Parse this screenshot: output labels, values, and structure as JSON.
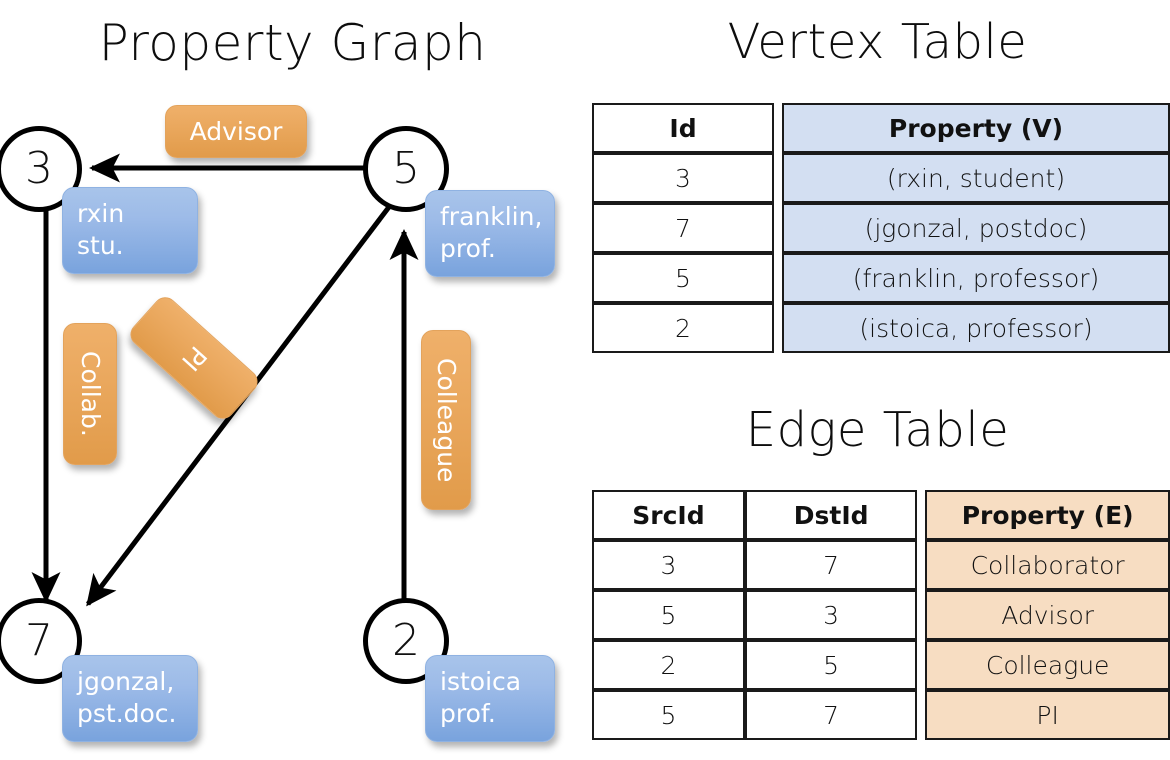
{
  "titles": {
    "property_graph": "Property Graph",
    "vertex_table": "Vertex Table",
    "edge_table": "Edge Table"
  },
  "graph": {
    "nodes": [
      {
        "id": "3",
        "property": "rxin\nstu.",
        "prop_line1": "rxin",
        "prop_line2": "stu."
      },
      {
        "id": "5",
        "property": "franklin, prof.",
        "prop_line1": "franklin,",
        "prop_line2": "prof."
      },
      {
        "id": "7",
        "property": "jgonzal, pst.doc.",
        "prop_line1": "jgonzal,",
        "prop_line2": "pst.doc."
      },
      {
        "id": "2",
        "property": "istoica prof.",
        "prop_line1": "istoica",
        "prop_line2": "prof."
      }
    ],
    "edge_labels": {
      "advisor": "Advisor",
      "collab": "Collab.",
      "pi": "PI",
      "colleague": "Colleague"
    }
  },
  "vertex_table": {
    "headers": [
      "Id",
      "Property (V)"
    ],
    "rows": [
      {
        "id": "3",
        "property": "(rxin, student)"
      },
      {
        "id": "7",
        "property": "(jgonzal, postdoc)"
      },
      {
        "id": "5",
        "property": "(franklin, professor)"
      },
      {
        "id": "2",
        "property": "(istoica, professor)"
      }
    ]
  },
  "edge_table": {
    "headers": [
      "SrcId",
      "DstId",
      "Property (E)"
    ],
    "rows": [
      {
        "src": "3",
        "dst": "7",
        "property": "Collaborator"
      },
      {
        "src": "5",
        "dst": "3",
        "property": "Advisor"
      },
      {
        "src": "2",
        "dst": "5",
        "property": "Colleague"
      },
      {
        "src": "5",
        "dst": "7",
        "property": "PI"
      }
    ]
  },
  "colors": {
    "vertex_property_fill": "#d3dff2",
    "edge_property_fill": "#f7ddc2",
    "node_box_blue": "#9dbbe8",
    "edge_box_orange": "#eaa85e",
    "stroke": "#000000"
  }
}
